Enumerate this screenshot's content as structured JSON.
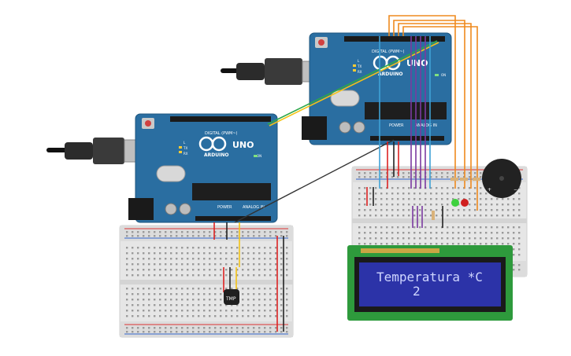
{
  "boards": {
    "top": {
      "brand": "ARDUINO",
      "model": "UNO",
      "digital_header": "DIGITAL (PWM~)",
      "power_label": "POWER",
      "analog_label": "ANALOG IN",
      "tx": "TX",
      "rx": "RX",
      "l": "L",
      "on": "ON"
    },
    "bottom": {
      "brand": "ARDUINO",
      "model": "UNO",
      "digital_header": "DIGITAL (PWM~)",
      "power_label": "POWER",
      "analog_label": "ANALOG IN",
      "tx": "TX",
      "rx": "RX",
      "l": "L",
      "on": "ON"
    }
  },
  "sensor": {
    "label": "TMP"
  },
  "lcd": {
    "line1": "Temperatura *C",
    "line2": "2"
  },
  "colors": {
    "board": "#2a6ea1",
    "breadboard": "#e8e8e8",
    "lcd_screen": "#2c33a8",
    "lcd_text": "#cfd6ff",
    "lcd_pcb": "#2e9a3c",
    "wire_orange": "#ef8a1e",
    "wire_purple": "#7b3aa0",
    "wire_blue": "#3fa2d6",
    "wire_red": "#d22",
    "wire_black": "#222",
    "wire_yellow": "#f3c316",
    "wire_green": "#2da84a",
    "led_green": "#3ed13e",
    "led_red": "#d01f1f",
    "buzzer": "#222222"
  }
}
